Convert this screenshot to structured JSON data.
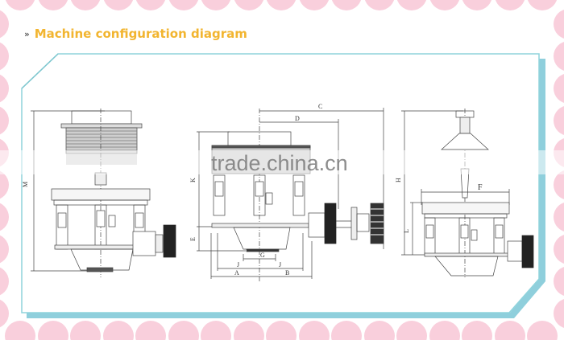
{
  "header": {
    "chevron_icon": "»",
    "title": "Machine configuration diagram",
    "title_color": "#f2b530"
  },
  "frame": {
    "border_color": "#8fd3dc",
    "shadow_color": "#8fcfdc"
  },
  "diagrams": [
    {
      "name": "front-view",
      "dimension_labels": [
        "M"
      ]
    },
    {
      "name": "side-view",
      "dimension_labels": [
        "C",
        "D",
        "K",
        "E",
        "G",
        "J",
        "J",
        "A",
        "B"
      ]
    },
    {
      "name": "end-view",
      "dimension_labels": [
        "H",
        "F",
        "L"
      ]
    }
  ],
  "watermark": "trade.china.cn",
  "dots_color": "#f9cfdc"
}
